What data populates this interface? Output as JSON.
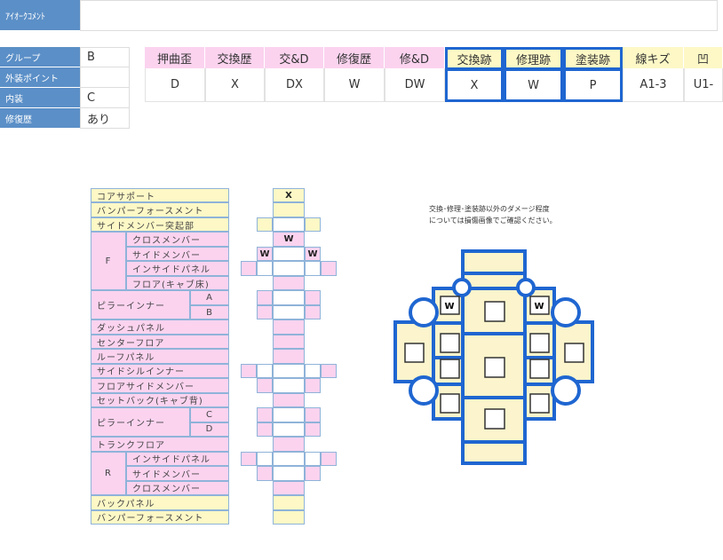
{
  "comment": {
    "label": "ｱｲｵｰｸｺﾒﾝﾄ",
    "value": ""
  },
  "info": [
    {
      "label": "グループ",
      "value": "B"
    },
    {
      "label": "外装ポイント",
      "value": ""
    },
    {
      "label": "内装",
      "value": "C"
    },
    {
      "label": "修復歴",
      "value": "あり"
    }
  ],
  "legend": [
    {
      "header": "押曲歪",
      "value": "D"
    },
    {
      "header": "交換歴",
      "value": "X"
    },
    {
      "header": "交&D",
      "value": "DX"
    },
    {
      "header": "修復歴",
      "value": "W"
    },
    {
      "header": "修&D",
      "value": "DW"
    },
    {
      "header": "交換跡",
      "value": "X"
    },
    {
      "header": "修理跡",
      "value": "W"
    },
    {
      "header": "塗装跡",
      "value": "P"
    },
    {
      "header": "線キズ",
      "value": "A1-3"
    },
    {
      "header": "凹",
      "value": "U1-"
    }
  ],
  "parts": {
    "rows": [
      "コアサポート",
      "バンパーフォースメント",
      "サイドメンバー突起部",
      "クロスメンバー",
      "サイドメンバー",
      "インサイドパネル",
      "フロア(キャブ床)",
      "A",
      "B",
      "ダッシュパネル",
      "センターフロア",
      "ルーフパネル",
      "サイドシルインナー",
      "フロアサイドメンバー",
      "セットバック(キャブ背)",
      "C",
      "D",
      "トランクフロア",
      "インサイドパネル",
      "サイドメンバー",
      "クロスメンバー",
      "バックパネル",
      "バンパーフォースメント"
    ],
    "group_f": "F",
    "group_r": "R",
    "pillar_ab": "ピラーインナー",
    "pillar_cd": "ピラーインナー"
  },
  "grid_marks": {
    "r1c": "X",
    "r4c": "W",
    "r5l": "W",
    "r5r": "W"
  },
  "diagram": {
    "note_line1": "交換･修理･塗装跡以外のダメージ程度",
    "note_line2": "については損傷画像でご確認ください。",
    "marks": {
      "front_left": "W",
      "front_right": "W"
    }
  }
}
